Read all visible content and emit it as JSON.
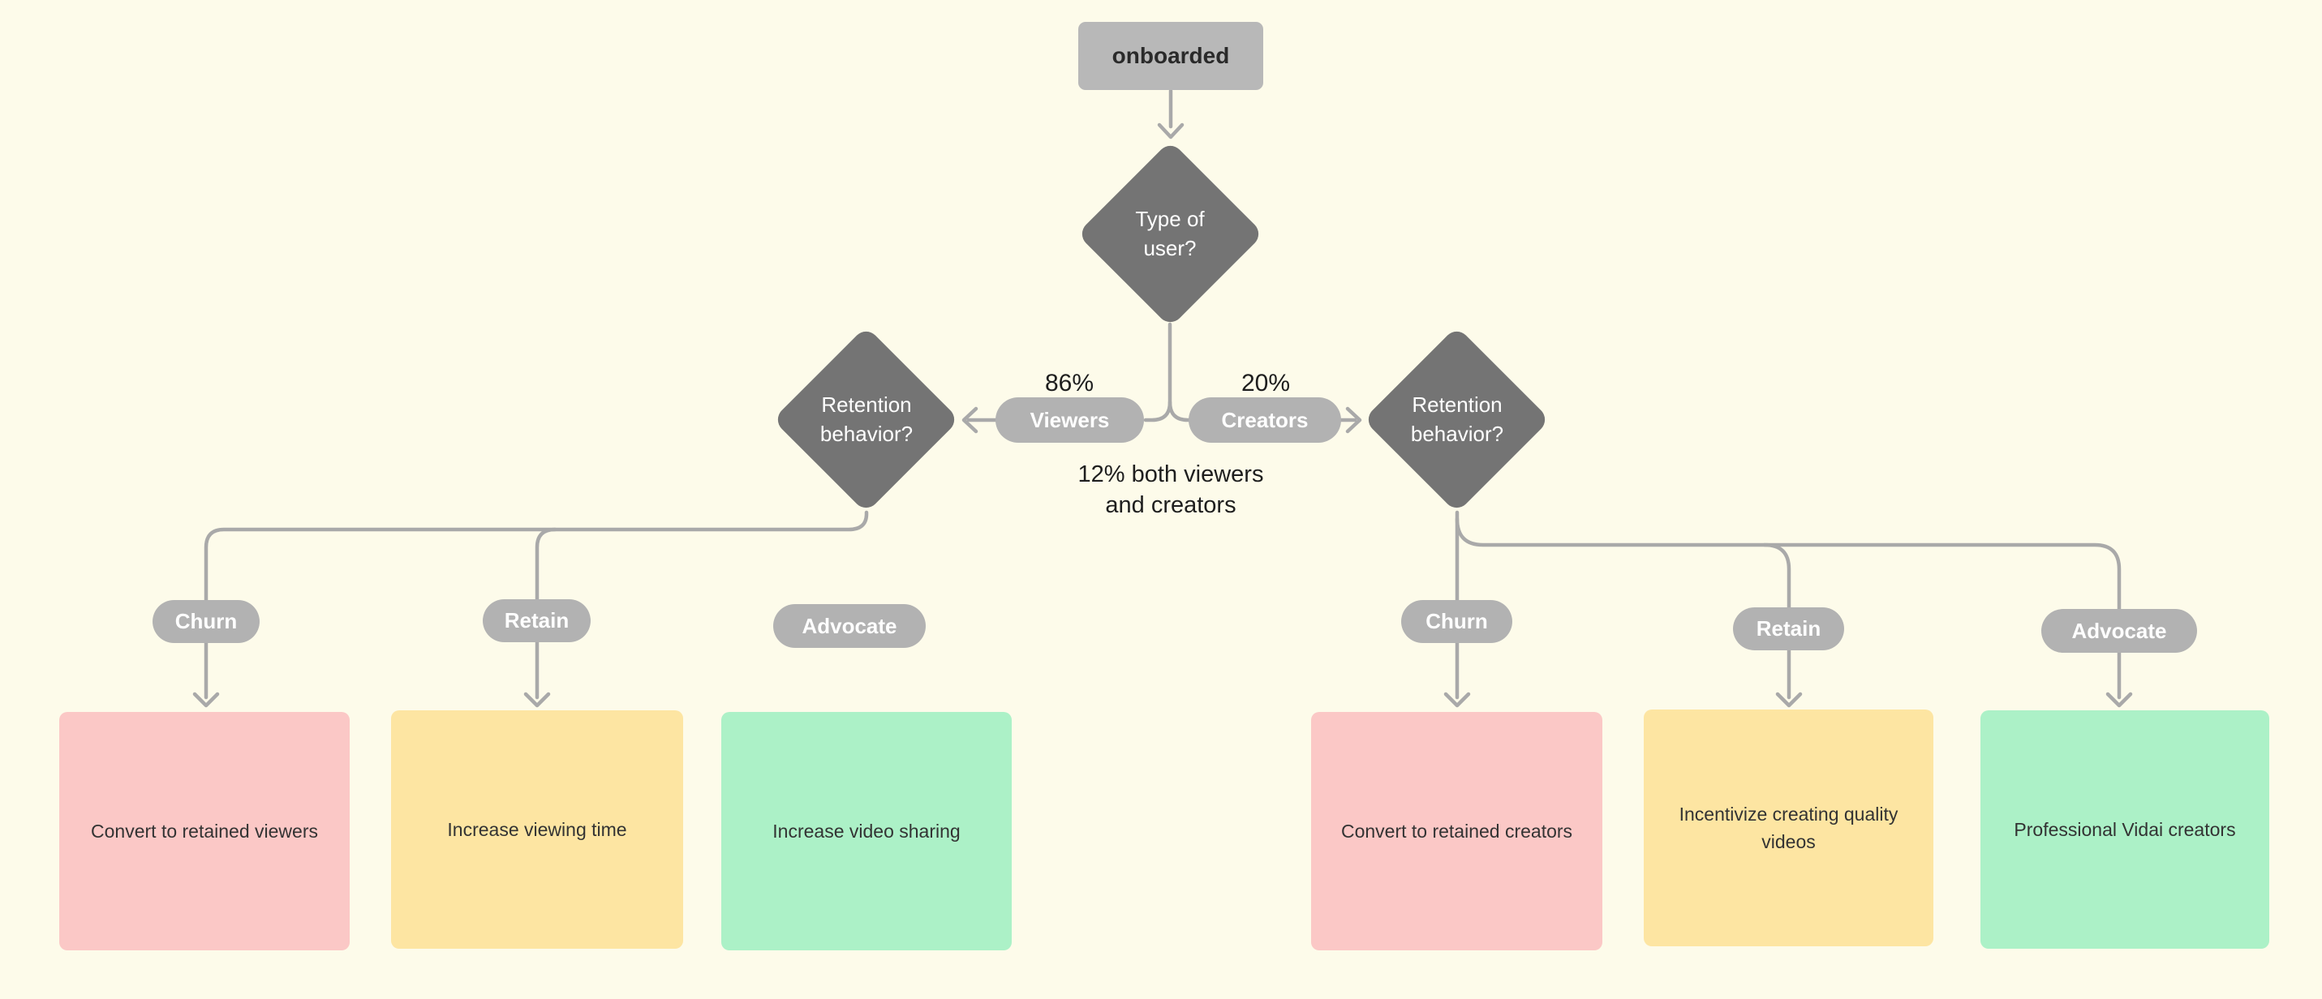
{
  "diagram": {
    "start": {
      "label": "onboarded"
    },
    "root_decision": {
      "label": "Type of user?"
    },
    "edges": {
      "viewers": {
        "percent": "86%",
        "label": "Viewers"
      },
      "creators": {
        "percent": "20%",
        "label": "Creators"
      },
      "overlap_note": {
        "line1": "12% both viewers",
        "line2": "and creators"
      }
    },
    "left": {
      "decision": {
        "label": "Retention behavior?"
      },
      "pills": [
        {
          "label": "Churn"
        },
        {
          "label": "Retain"
        },
        {
          "label": "Advocate"
        }
      ],
      "outcomes": [
        {
          "label": "Convert to retained viewers",
          "color": "#FBC8C6"
        },
        {
          "label": "Increase viewing time",
          "color": "#FDE5A2"
        },
        {
          "label": "Increase video sharing",
          "color": "#ACF1C7"
        }
      ]
    },
    "right": {
      "decision": {
        "label": "Retention behavior?"
      },
      "pills": [
        {
          "label": "Churn"
        },
        {
          "label": "Retain"
        },
        {
          "label": "Advocate"
        }
      ],
      "outcomes": [
        {
          "label": "Convert to retained creators",
          "color": "#FBC8C6"
        },
        {
          "label": "Incentivize creating quality videos",
          "color": "#FDE5A2"
        },
        {
          "label": "Professional Vidai creators",
          "color": "#ACF1C7"
        }
      ]
    },
    "colors": {
      "background": "#FDFBEA",
      "start_node_gray": "#B8B8B8",
      "diamond_gray": "#747474",
      "pill_gray": "#B2B2B2",
      "connector_gray": "#A9A9A9",
      "outcome_pink": "#FBC8C6",
      "outcome_yellow": "#FDE5A2",
      "outcome_green": "#ACF1C7"
    }
  }
}
